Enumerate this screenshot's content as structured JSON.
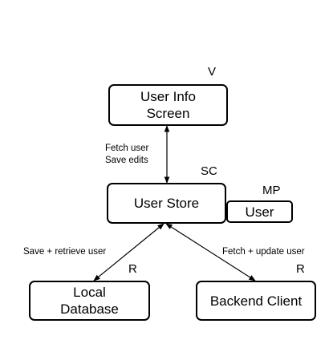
{
  "nodes": {
    "user_info_screen": {
      "lines": [
        "User Info",
        "Screen"
      ],
      "tag": "V"
    },
    "user_store": {
      "lines": [
        "User Store"
      ],
      "tag": "SC"
    },
    "user": {
      "lines": [
        "User"
      ],
      "tag": "MP"
    },
    "local_database": {
      "lines": [
        "Local",
        "Database"
      ],
      "tag": "R"
    },
    "backend_client": {
      "lines": [
        "Backend Client"
      ],
      "tag": "R"
    }
  },
  "edges": {
    "screen_store": {
      "lines": [
        "Fetch user",
        "Save edits"
      ]
    },
    "store_local": {
      "lines": [
        "Save + retrieve user"
      ]
    },
    "store_backend": {
      "lines": [
        "Fetch + update user"
      ]
    }
  }
}
